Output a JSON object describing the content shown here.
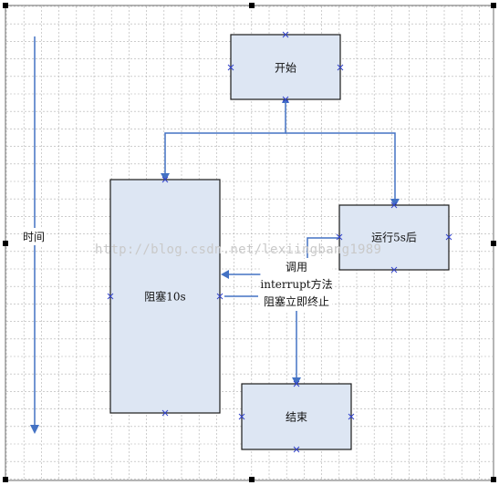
{
  "diagram": {
    "time_label": "时间",
    "nodes": {
      "start": "开始",
      "blocked": "阻塞10s",
      "running": "运行5s后",
      "end": "结束"
    },
    "annotation": [
      "调用",
      "interrupt方法",
      "阻塞立即终止"
    ],
    "watermark": "http://blog.csdn.net/lexiingbang1989"
  },
  "colors": {
    "node_fill": "#dde6f3",
    "node_border": "#1a1a1a",
    "arrow": "#4472c4",
    "grid": "#b0b0b0",
    "connector_x": "#3344cc"
  }
}
